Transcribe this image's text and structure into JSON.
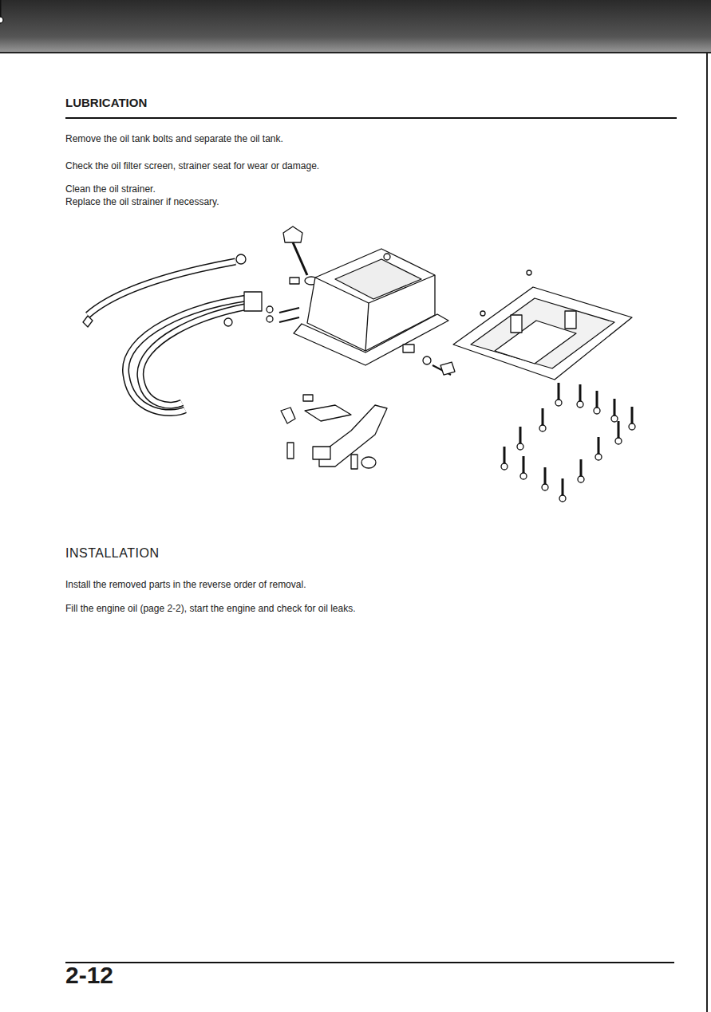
{
  "diagram": {
    "title": "LUBRICATION",
    "labels": [
      "Remove the oil tank bolts and separate the oil tank.",
      "Check the oil filter screen, strainer seat for wear or damage.",
      "Clean the oil strainer.",
      "Replace the oil strainer if necessary.",
      "INSTALLATION",
      "Install the removed parts in the reverse order of removal.",
      "Fill the engine oil (page 2-2), start the engine and check for oil leaks.",
      "2-12"
    ]
  }
}
